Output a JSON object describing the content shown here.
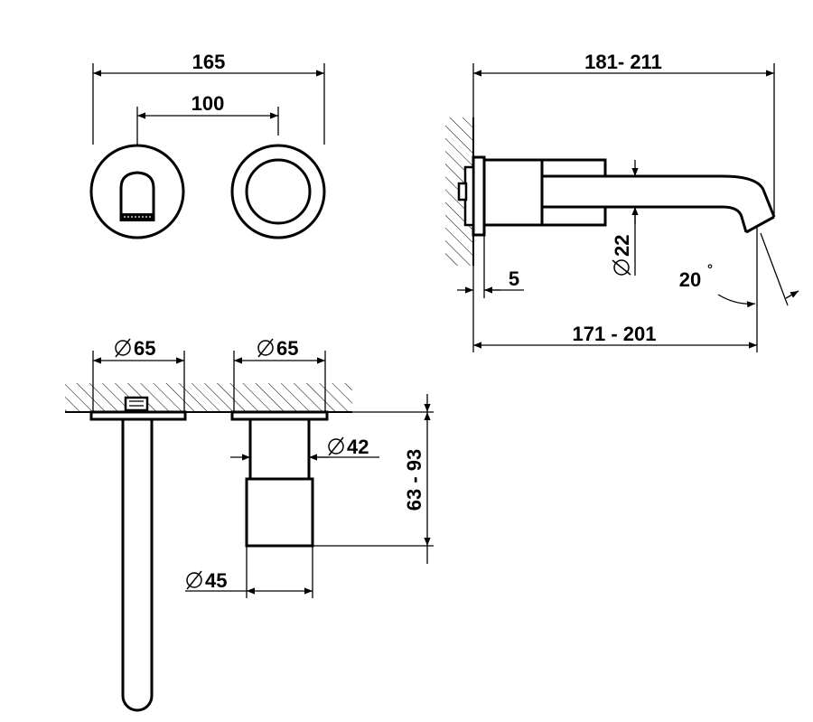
{
  "dimensions": {
    "front_width": "165",
    "front_spacing": "100",
    "side_total": "181- 211",
    "side_spout": "171 - 201",
    "wall_offset": "5",
    "pipe_dia": "22",
    "angle": "20",
    "angle_unit": "°",
    "top_dia_left": "65",
    "top_dia_right": "65",
    "body_dia": "42",
    "body_lower_dia": "45",
    "depth": "63 - 93"
  }
}
